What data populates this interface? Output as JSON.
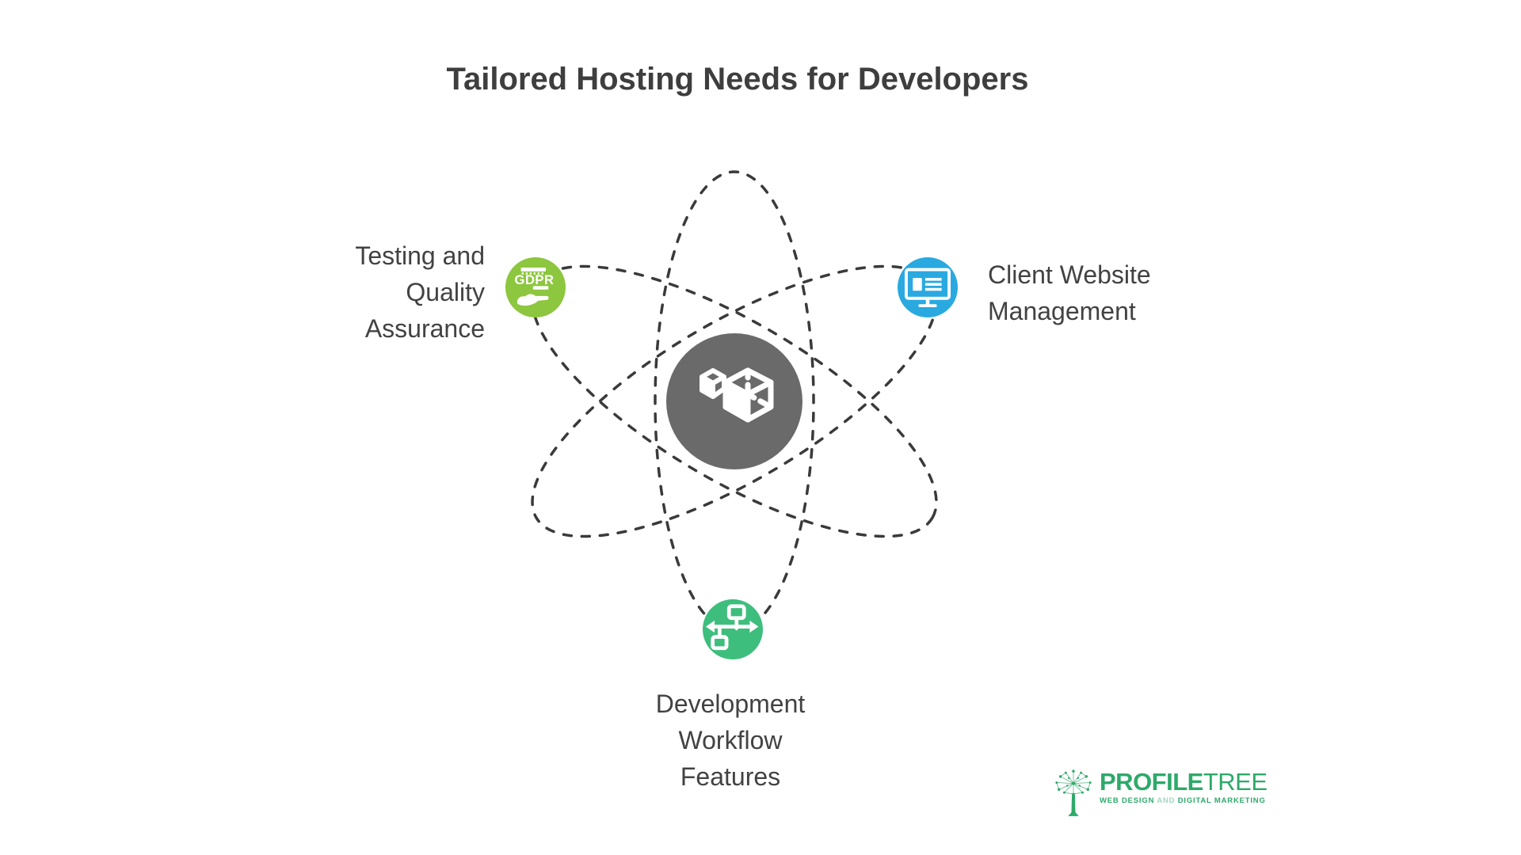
{
  "title": "Tailored Hosting Needs for Developers",
  "nodes": {
    "testing": {
      "label": "Testing and\nQuality\nAssurance",
      "icon": "gdpr-compliance-icon",
      "icon_text": "GDPR",
      "color": "#8DC63F"
    },
    "client": {
      "label": "Client Website\nManagement",
      "icon": "website-monitor-icon",
      "color": "#29A9E0"
    },
    "workflow": {
      "label": "Development\nWorkflow\nFeatures",
      "icon": "workflow-diagram-icon",
      "color": "#3EBE7D"
    }
  },
  "center": {
    "icon": "isometric-boxes-icon",
    "color": "#6A6A6A"
  },
  "colors": {
    "orbit_stroke": "#3A3A3A",
    "title_text": "#3E3E3E",
    "label_text": "#424242",
    "icon_white": "#FFFFFF",
    "logo_green": "#2EA96A",
    "logo_green_light": "#9ED8BC",
    "background": "#FFFFFF"
  },
  "logo": {
    "brand_bold": "PROFILE",
    "brand_light": "TREE",
    "tagline_web_design": "WEB DESIGN",
    "tagline_and": "AND",
    "tagline_marketing": "DIGITAL MARKETING"
  }
}
